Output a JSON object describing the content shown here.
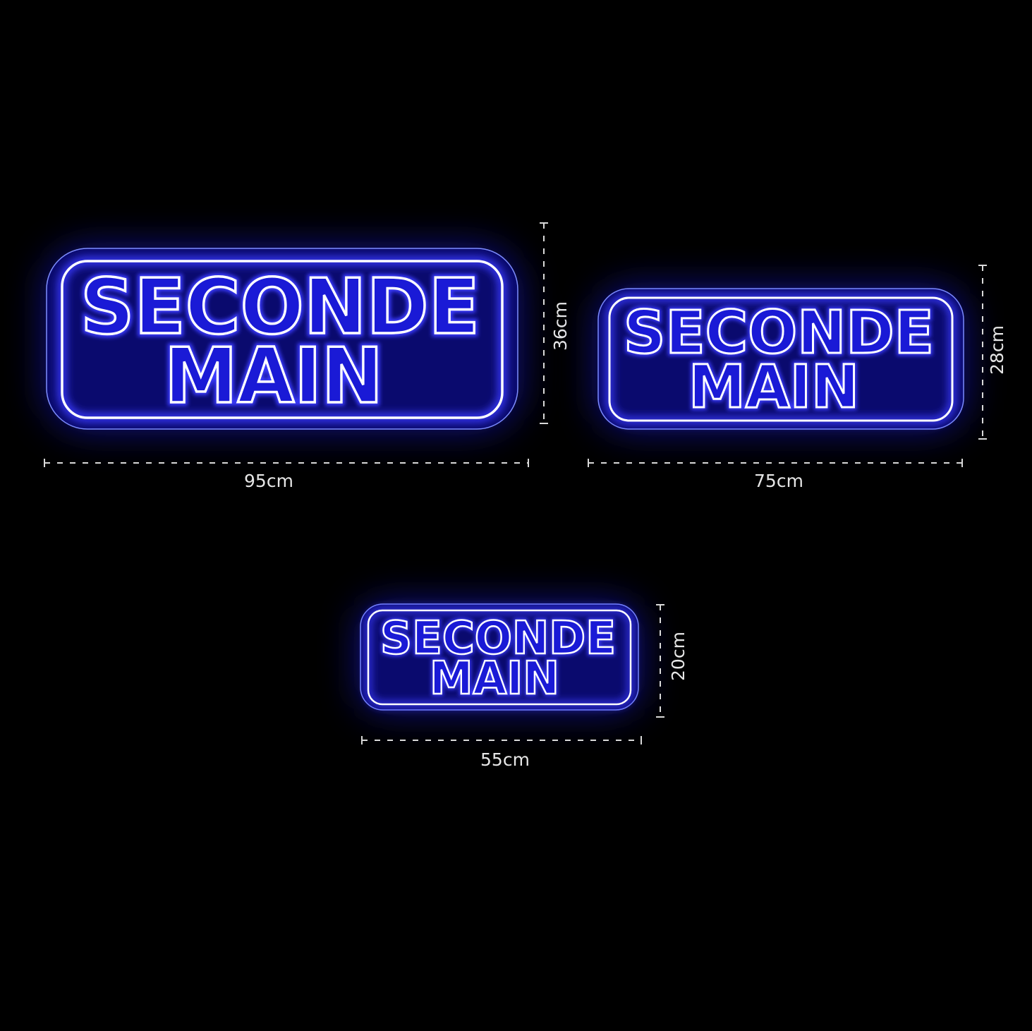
{
  "signs": [
    {
      "line1": "SECONDE",
      "line2": "MAIN",
      "width_label": "95cm",
      "height_label": "36cm"
    },
    {
      "line1": "SECONDE",
      "line2": "MAIN",
      "width_label": "75cm",
      "height_label": "28cm"
    },
    {
      "line1": "SECONDE",
      "line2": "MAIN",
      "width_label": "55cm",
      "height_label": "20cm"
    }
  ],
  "colors": {
    "background": "#000000",
    "neon_blue": "#2323ff",
    "panel_fill": "#0a0a6e",
    "tube_core": "#ffffff",
    "dimension_line": "#d9d9d9",
    "dimension_text": "#e6e6e6"
  }
}
